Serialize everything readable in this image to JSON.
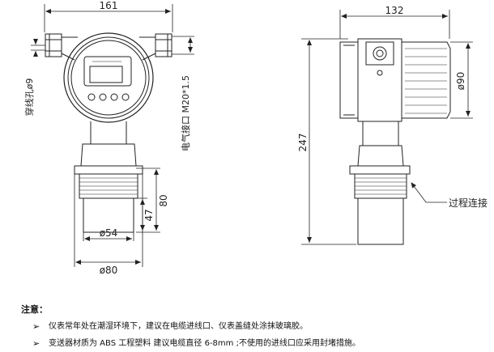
{
  "front_view": {
    "width_dim": "161",
    "cable_hole_label": "穿线孔ø9",
    "electrical_port_label": "电气接口 M20*1.5",
    "dim_80": "80",
    "dim_47": "47",
    "dim_54": "ø54",
    "dim_80_dia": "ø80"
  },
  "side_view": {
    "width_dim": "132",
    "height_dim": "247",
    "dia_90": "ø90",
    "process_connection_label": "过程连接"
  },
  "notes": {
    "title": "注意：",
    "items": [
      "仪表常年处在潮湿环境下，建议在电缆进线口、仪表盖缝处涂抹玻璃胶。",
      "变送器材质为 ABS 工程塑料 建议电缆直径 6-8mm ;不使用的进线口应采用封堵措施。"
    ],
    "bullet": "➢"
  }
}
